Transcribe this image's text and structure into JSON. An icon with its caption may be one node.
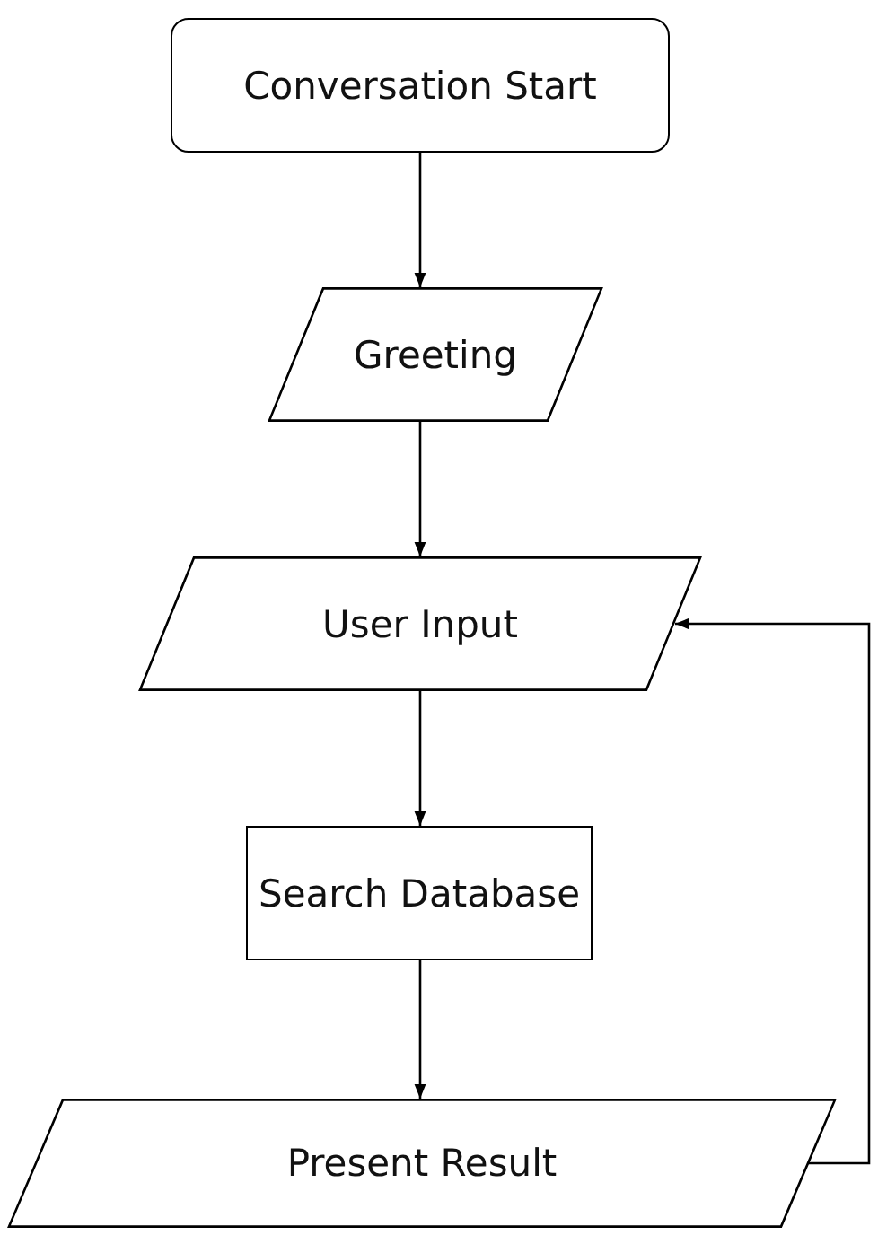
{
  "diagram": {
    "nodes": [
      {
        "text": [
          "Conversation Start"
        ]
      },
      {
        "text": [
          "Greeting"
        ]
      },
      {
        "text": [
          "User Input"
        ]
      },
      {
        "text": [
          "Search Database"
        ]
      },
      {
        "text": [
          "Present Result"
        ]
      }
    ],
    "edges": [
      {
        "from": 0,
        "to": 1,
        "arrow": "to"
      },
      {
        "from": 1,
        "to": 2,
        "arrow": "to"
      },
      {
        "from": 2,
        "to": 3,
        "arrow": "to"
      },
      {
        "from": 3,
        "to": 4,
        "arrow": "to"
      },
      {
        "from": 4,
        "to": 2,
        "arrow": "to"
      }
    ]
  }
}
